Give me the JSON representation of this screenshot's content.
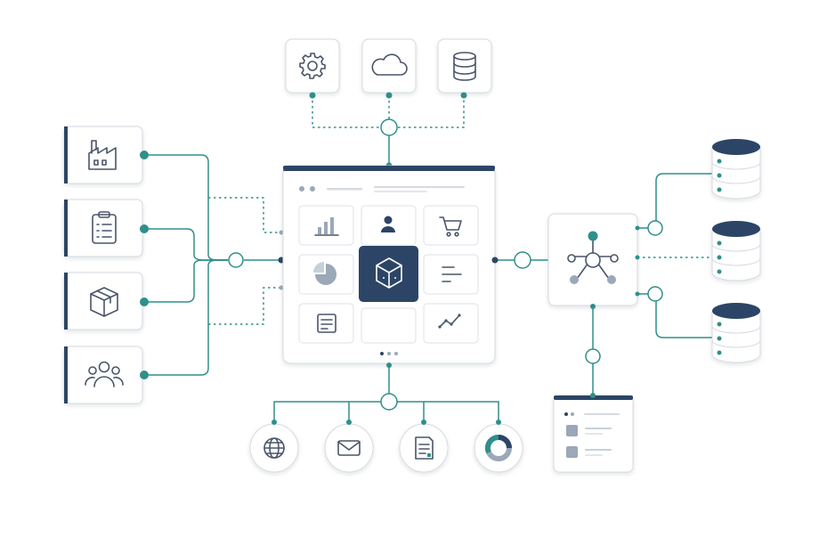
{
  "colors": {
    "accent_teal": "#2f8f8a",
    "navy": "#2c4566",
    "icon_gray": "#4a5568",
    "card_border": "#d5dae1",
    "muted_fill": "#9aa8b8"
  },
  "top_services": [
    {
      "icon": "gear-icon"
    },
    {
      "icon": "cloud-icon"
    },
    {
      "icon": "database-icon"
    }
  ],
  "left_sources": [
    {
      "icon": "factory-icon"
    },
    {
      "icon": "clipboard-checklist-icon"
    },
    {
      "icon": "box-icon"
    },
    {
      "icon": "users-icon"
    }
  ],
  "central_dashboard": {
    "tiles": [
      {
        "icon": "bar-chart-icon"
      },
      {
        "icon": "user-icon"
      },
      {
        "icon": "cart-icon"
      },
      {
        "icon": "pie-chart-icon"
      },
      {
        "icon": "cube-icon",
        "highlighted": true
      },
      {
        "icon": "gantt-icon"
      },
      {
        "icon": "document-icon"
      },
      {
        "icon": "empty"
      },
      {
        "icon": "line-chart-icon"
      }
    ],
    "pager_dots": 3
  },
  "right_hub": {
    "icon": "network-hub-icon"
  },
  "right_databases": [
    {
      "icon": "database-stack-icon"
    },
    {
      "icon": "database-stack-icon"
    },
    {
      "icon": "database-stack-icon"
    }
  ],
  "bottom_services": [
    {
      "icon": "globe-icon"
    },
    {
      "icon": "mail-icon"
    },
    {
      "icon": "report-icon"
    },
    {
      "icon": "donut-chart-icon"
    }
  ],
  "report_panel": {
    "rows": 2
  }
}
